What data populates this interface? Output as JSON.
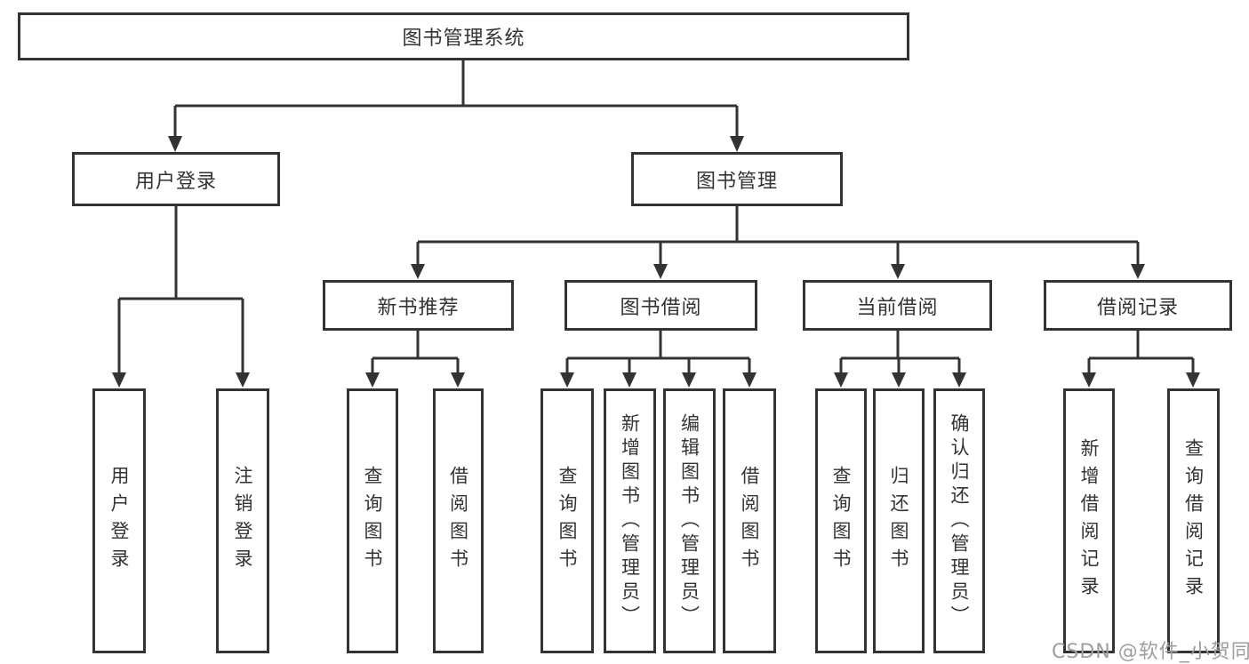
{
  "diagram": {
    "root": {
      "label": "图书管理系统"
    },
    "branches": [
      {
        "label": "用户登录",
        "children": [
          {
            "label": "用户登录"
          },
          {
            "label": "注销登录"
          }
        ]
      },
      {
        "label": "图书管理",
        "children": [
          {
            "label": "新书推荐",
            "children": [
              {
                "label": "查询图书"
              },
              {
                "label": "借阅图书"
              }
            ]
          },
          {
            "label": "图书借阅",
            "children": [
              {
                "label": "查询图书"
              },
              {
                "label": "新增图书（管理员）"
              },
              {
                "label": "编辑图书（管理员）"
              },
              {
                "label": "借阅图书"
              }
            ]
          },
          {
            "label": "当前借阅",
            "children": [
              {
                "label": "查询图书"
              },
              {
                "label": "归还图书"
              },
              {
                "label": "确认归还（管理员）"
              }
            ]
          },
          {
            "label": "借阅记录",
            "children": [
              {
                "label": "新增借阅记录"
              },
              {
                "label": "查询借阅记录"
              }
            ]
          }
        ]
      }
    ]
  },
  "watermark": {
    "text": "CSDN @软件_小贺同学"
  },
  "colors": {
    "line": "#333333",
    "border": "#333333",
    "text": "#333333",
    "box_background": "#ffffff",
    "page_background": "#ffffff",
    "watermark": "#9e9e9e"
  }
}
